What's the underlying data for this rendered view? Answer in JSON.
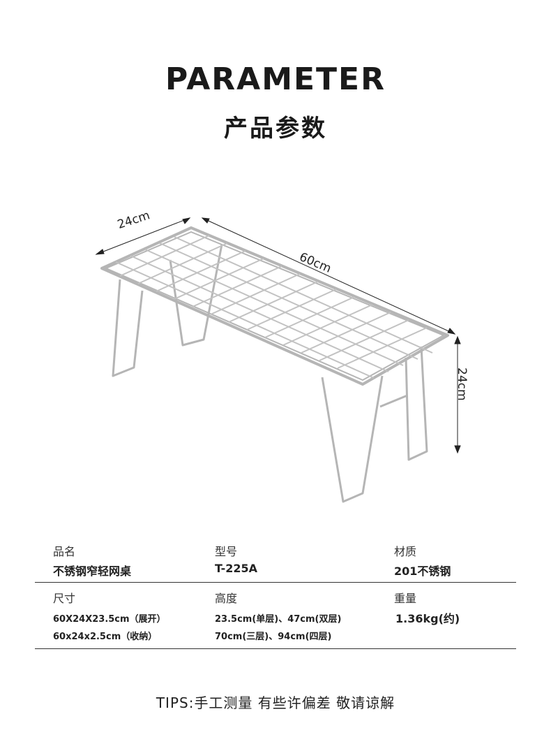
{
  "header": {
    "title_en": "PARAMETER",
    "title_zh": "产品参数"
  },
  "product_image": {
    "icon": "stainless-steel-grill-table-illustration",
    "dim_width": "24cm",
    "dim_length": "60cm",
    "dim_height": "24cm"
  },
  "specs": {
    "name_label": "品名",
    "name_value": "不锈钢窄轻网桌",
    "model_label": "型号",
    "model_value": "T-225A",
    "material_label": "材质",
    "material_value": "201不锈钢",
    "size_label": "尺寸",
    "size_line1": "60X24X23.5cm（展开）",
    "size_line2": "60x24x2.5cm（收纳）",
    "height_label": "高度",
    "height_line1": "23.5cm(单层)、47cm(双层)",
    "height_line2": "70cm(三层)、94cm(四层)",
    "weight_label": "重量",
    "weight_value": "1.36kg(约)"
  },
  "footer": {
    "tips": "TIPS:手工测量 有些许偏差 敬请谅解"
  },
  "colors": {
    "line": "#333333",
    "metal": "#b8b8b8"
  }
}
